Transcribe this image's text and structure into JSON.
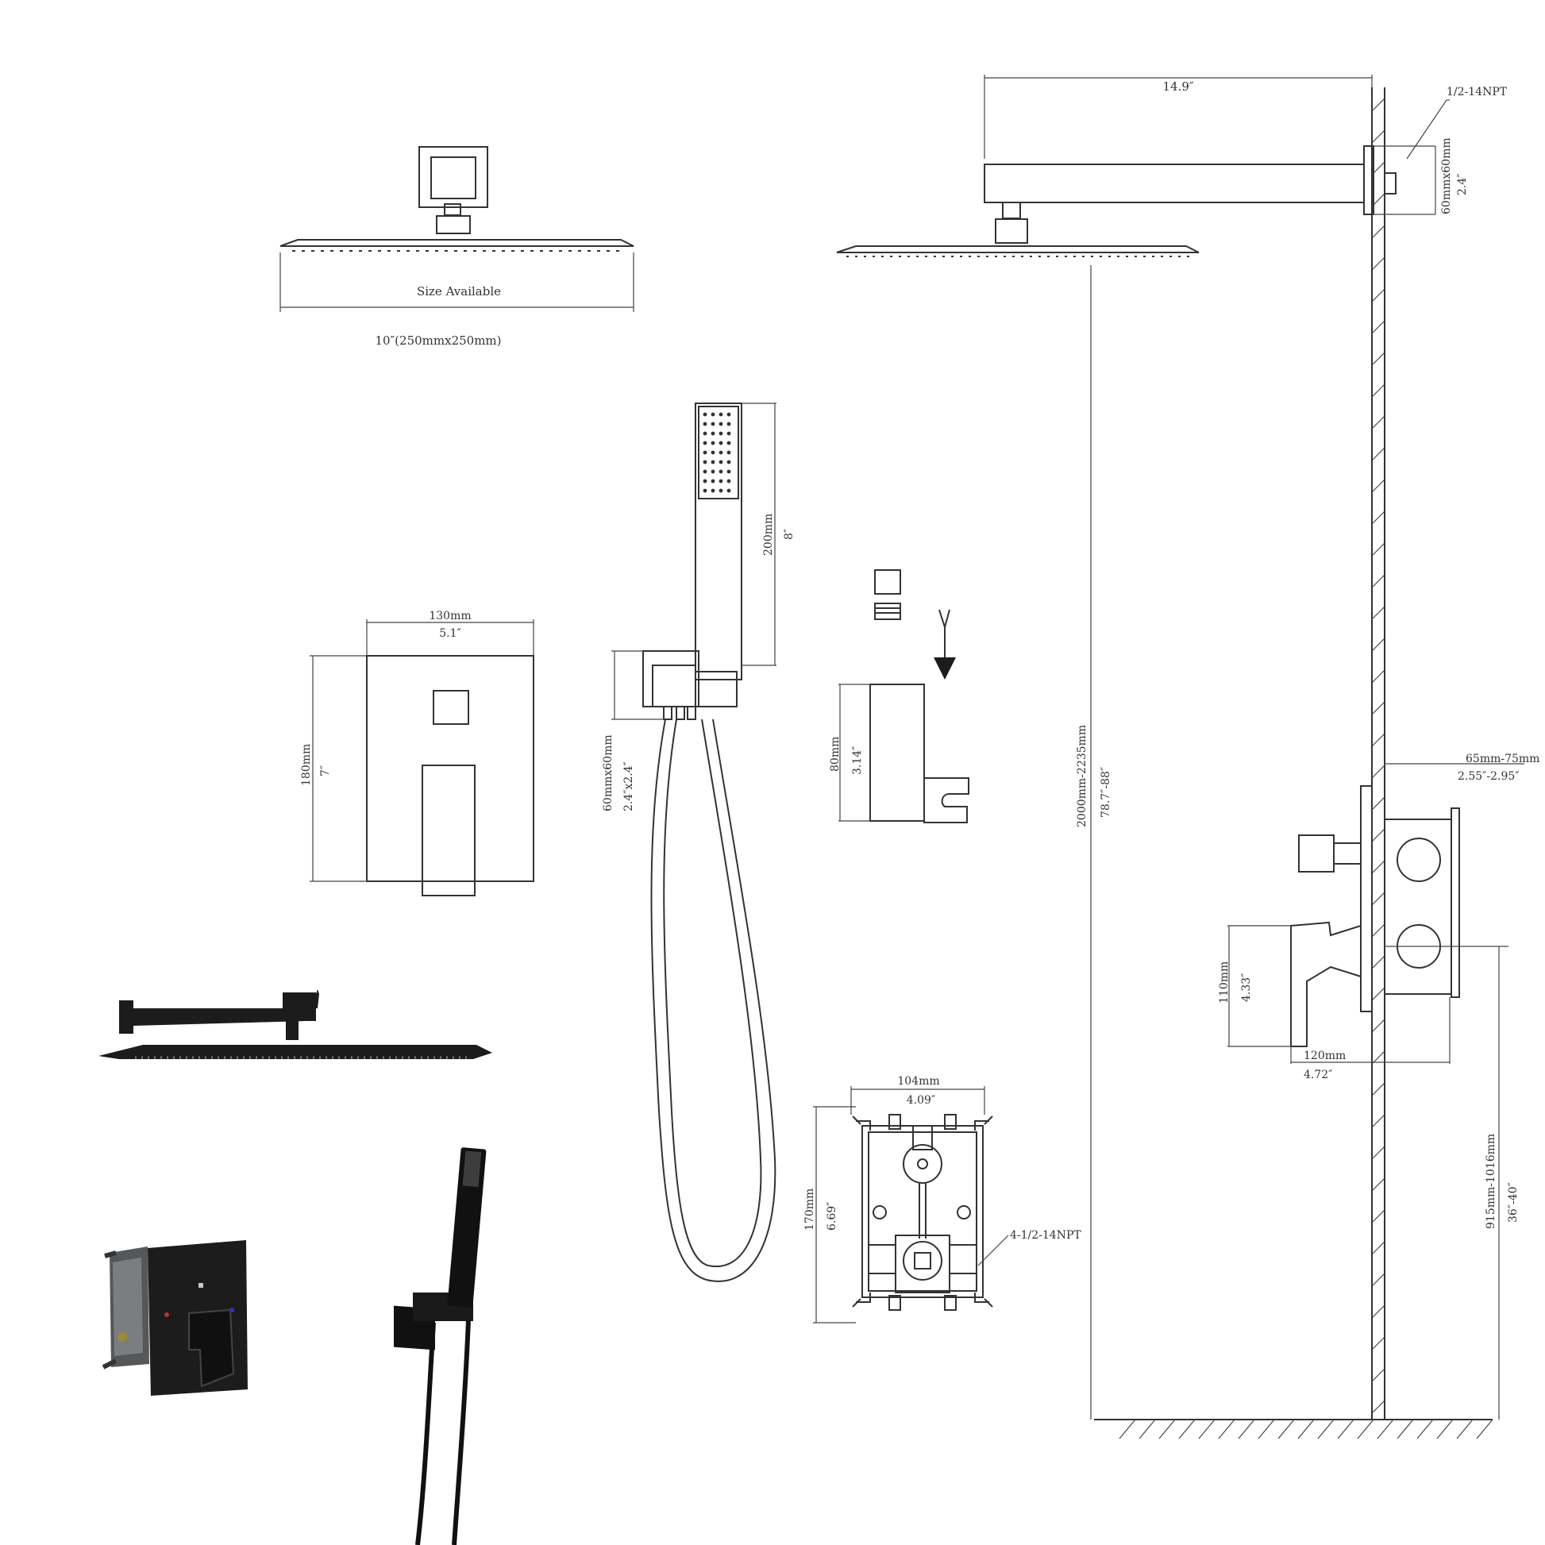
{
  "rain_head": {
    "size_label": "Size Available",
    "size_value": "10″(250mmx250mm)"
  },
  "arm": {
    "length": "14.9″",
    "connection": "1/2-14NPT",
    "flange_mm": "60mmx60mm",
    "flange_in": "2.4″"
  },
  "mount_height": {
    "mm": "2000mm-2235mm",
    "in": "78.7″-88″"
  },
  "handheld": {
    "length_mm": "200mm",
    "length_in": "8″",
    "elbow_mm": "60mmx60mm",
    "elbow_in": "2.4″x2.4″"
  },
  "holder": {
    "height_mm": "80mm",
    "height_in": "3.14″"
  },
  "trim_plate": {
    "width_mm": "130mm",
    "width_in": "5.1″",
    "height_mm": "180mm",
    "height_in": "7″"
  },
  "valve_body": {
    "width_mm": "104mm",
    "width_in": "4.09″",
    "height_mm": "170mm",
    "height_in": "6.69″",
    "ports": "4-1/2-14NPT"
  },
  "wall_install": {
    "depth_mm": "65mm-75mm",
    "depth_in": "2.55″-2.95″",
    "lever_height_mm": "110mm",
    "lever_height_in": "4.33″",
    "lever_depth_mm": "120mm",
    "lever_depth_in": "4.72″",
    "valve_height_mm": "915mm-1016mm",
    "valve_height_in": "36″-40″"
  }
}
